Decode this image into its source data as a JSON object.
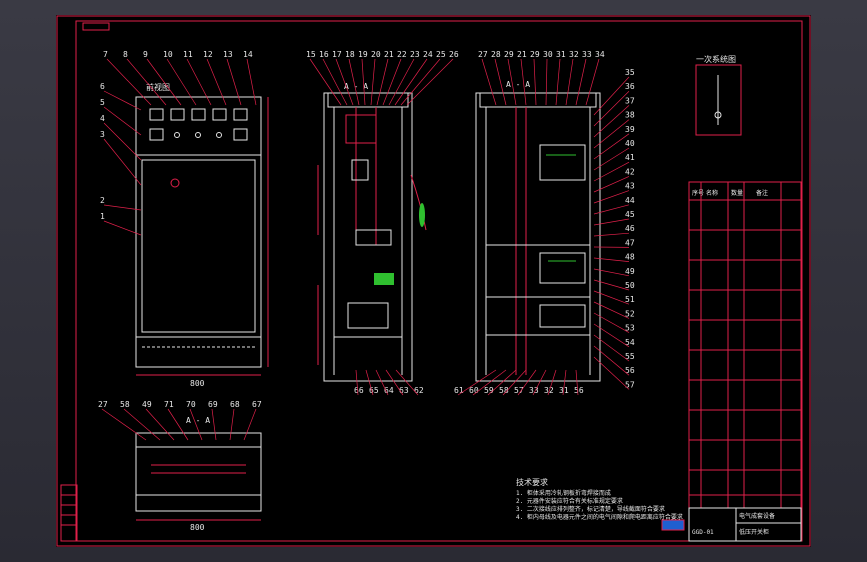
{
  "drawing": {
    "front_view_title": "前视图",
    "section_label": "A - A",
    "schematic_title": "一次系统图",
    "notes_title": "技术要求",
    "notes_lines": [
      "1. 柜体采用冷轧钢板折弯焊接而成",
      "2. 元器件安装应符合有关标准规定要求",
      "3. 二次接线应排列整齐，标记清楚，导线截面符合要求",
      "4. 柜内母线及电器元件之间的电气间隙和爬电距离应符合要求"
    ],
    "dim_width": "800",
    "dim_bottom": "800"
  },
  "callouts_front": [
    "7",
    "8",
    "9",
    "10",
    "11",
    "12",
    "13",
    "14",
    "6",
    "5",
    "4",
    "3",
    "2",
    "1"
  ],
  "callouts_side_top": [
    "15",
    "16",
    "17",
    "18",
    "19",
    "20",
    "21",
    "22",
    "23",
    "24",
    "25",
    "26"
  ],
  "callouts_side_bottom": [
    "66",
    "65",
    "64",
    "63",
    "62"
  ],
  "callouts_rear_top": [
    "27",
    "28",
    "29",
    "21",
    "29",
    "30",
    "31",
    "32",
    "33",
    "34"
  ],
  "callouts_rear_right": [
    "35",
    "36",
    "37",
    "38",
    "39",
    "40",
    "41",
    "42",
    "43",
    "44",
    "45",
    "46",
    "47",
    "48",
    "49",
    "50",
    "51",
    "52",
    "53",
    "54",
    "55",
    "56",
    "57"
  ],
  "callouts_rear_bottom": [
    "61",
    "60",
    "59",
    "58",
    "57",
    "33",
    "32",
    "31",
    "56"
  ],
  "callouts_plan": [
    "27",
    "58",
    "49",
    "71",
    "70",
    "69",
    "68",
    "67"
  ],
  "title_block": {
    "company": "电气成套设备",
    "drawing_name": "低压开关柜",
    "drawing_no": "GGD-01"
  },
  "parts_table_header": [
    "序号",
    "名称",
    "数量",
    "备注"
  ]
}
